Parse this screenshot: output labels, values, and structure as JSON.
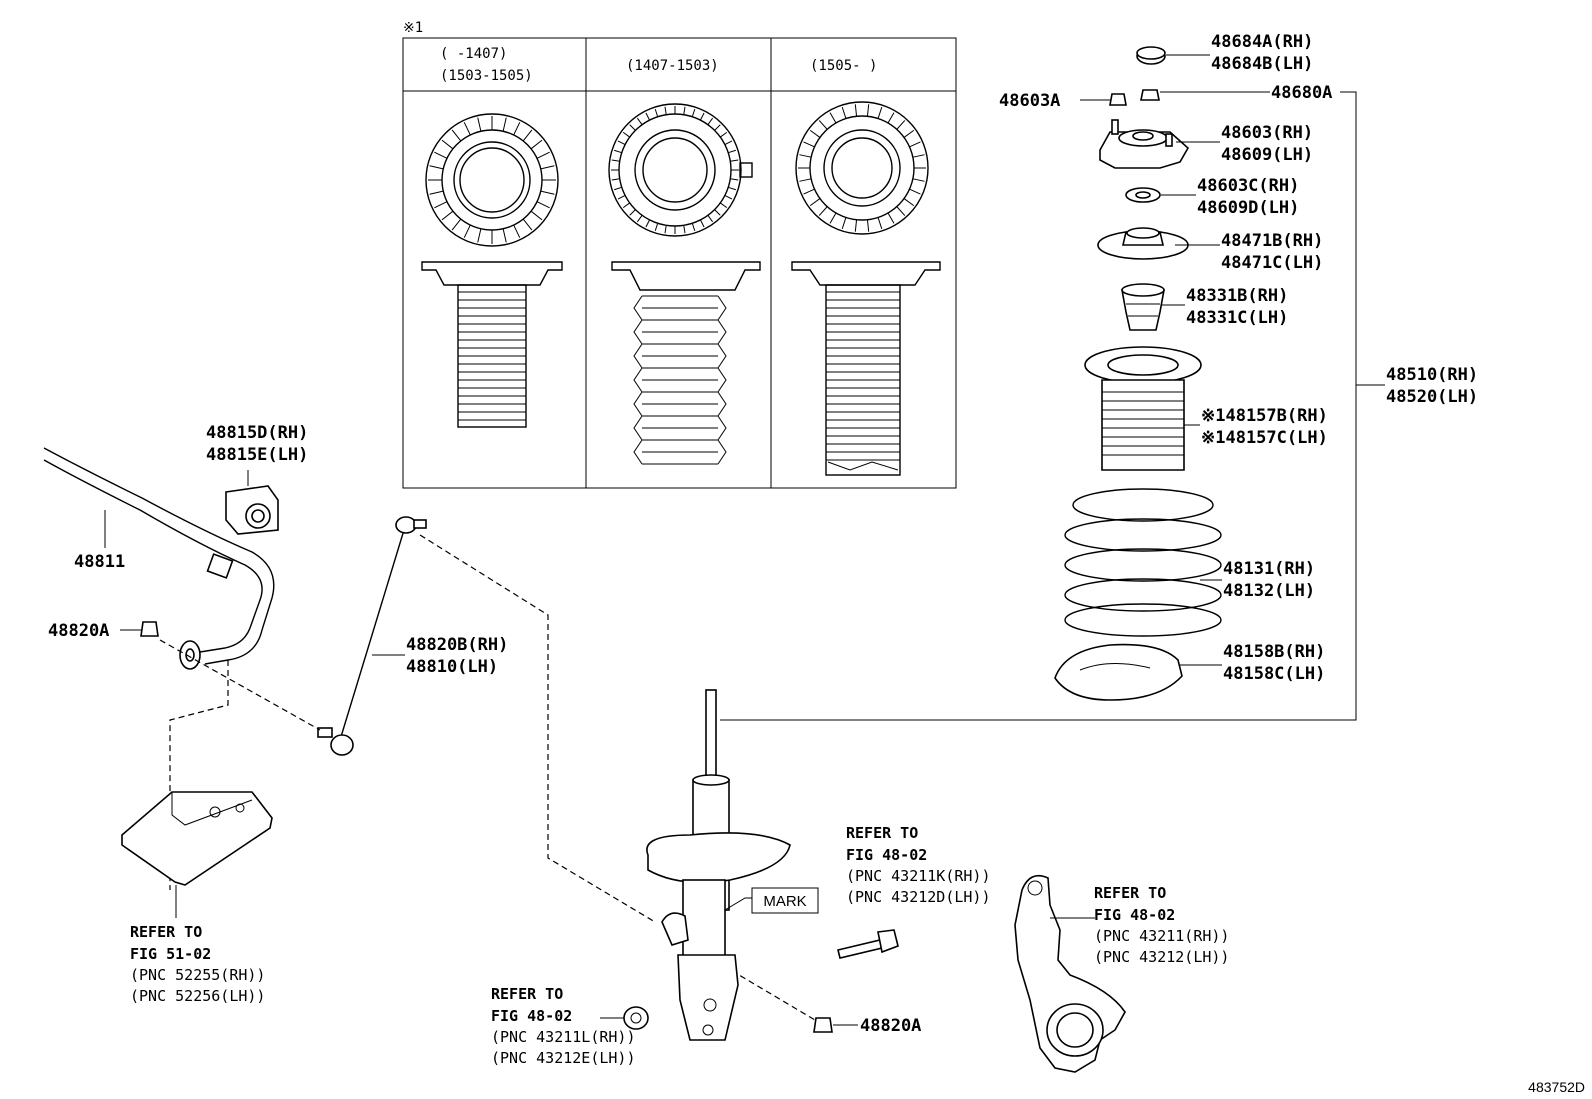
{
  "diagram": {
    "footer_id": "483752D",
    "inset": {
      "marker": "※1",
      "columns": [
        {
          "line1": "(      -1407)",
          "line2": "(1503-1505)"
        },
        {
          "line1": "(1407-1503)",
          "line2": ""
        },
        {
          "line1": "(1505-      )",
          "line2": ""
        }
      ]
    },
    "mark_label": "MARK",
    "labels": {
      "p48684": [
        "48684A(RH)",
        "48684B(LH)"
      ],
      "p48680A": "48680A",
      "p48603A": "48603A",
      "p48603": [
        "48603(RH)",
        "48609(LH)"
      ],
      "p48603C": [
        "48603C(RH)",
        "48609D(LH)"
      ],
      "p48471": [
        "48471B(RH)",
        "48471C(LH)"
      ],
      "p48331": [
        "48331B(RH)",
        "48331C(LH)"
      ],
      "p48157": [
        "※148157B(RH)",
        "※148157C(LH)"
      ],
      "p48510": [
        "48510(RH)",
        "48520(LH)"
      ],
      "p48131": [
        "48131(RH)",
        "48132(LH)"
      ],
      "p48158": [
        "48158B(RH)",
        "48158C(LH)"
      ],
      "p48815": [
        "48815D(RH)",
        "48815E(LH)"
      ],
      "p48811": "48811",
      "p48820A_left": "48820A",
      "p48820B": [
        "48820B(RH)",
        "48810(LH)"
      ],
      "p48820A_bottom": "48820A"
    },
    "refs": {
      "fig51": [
        "REFER TO",
        "FIG 51-02",
        "(PNC 52255(RH))",
        "(PNC 52256(LH))"
      ],
      "fig48_bolt": [
        "REFER TO",
        "FIG 48-02",
        "(PNC 43211K(RH))",
        "(PNC 43212D(LH))"
      ],
      "fig48_knuckle": [
        "REFER TO",
        "FIG 48-02",
        "(PNC 43211(RH))",
        "(PNC 43212(LH))"
      ],
      "fig48_nut": [
        "REFER TO",
        "FIG 48-02",
        "(PNC 43211L(RH))",
        "(PNC 43212E(LH))"
      ]
    }
  }
}
